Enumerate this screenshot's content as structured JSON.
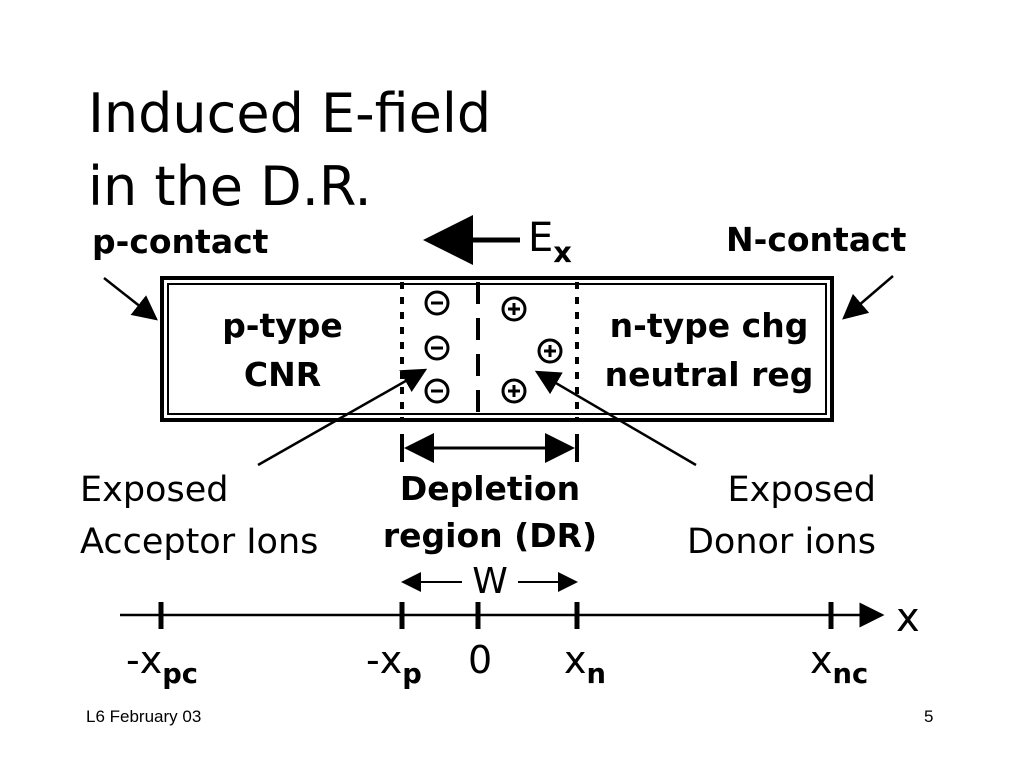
{
  "title": {
    "line1": "Induced E-field",
    "line2": "in the D.R."
  },
  "field": {
    "symbol": "E",
    "subscript": "x"
  },
  "contacts": {
    "left": "p-contact",
    "right": "N-contact"
  },
  "regions": {
    "p_line1": "p-type",
    "p_line2": "CNR",
    "n_line1": "n-type chg",
    "n_line2": "neutral reg"
  },
  "ions": {
    "acceptor_line1": "Exposed",
    "acceptor_line2": "Acceptor Ions",
    "donor_line1": "Exposed",
    "donor_line2": "Donor ions"
  },
  "depletion": {
    "line1": "Depletion",
    "line2": "region (DR)",
    "width_label": "W"
  },
  "axis": {
    "label": "x",
    "ticks": [
      {
        "main": "-x",
        "sub": "pc"
      },
      {
        "main": "-x",
        "sub": "p"
      },
      {
        "main": "0",
        "sub": ""
      },
      {
        "main": "x",
        "sub": "n"
      },
      {
        "main": "x",
        "sub": "nc"
      }
    ]
  },
  "footer": {
    "left": "L6 February 03",
    "page": "5"
  }
}
